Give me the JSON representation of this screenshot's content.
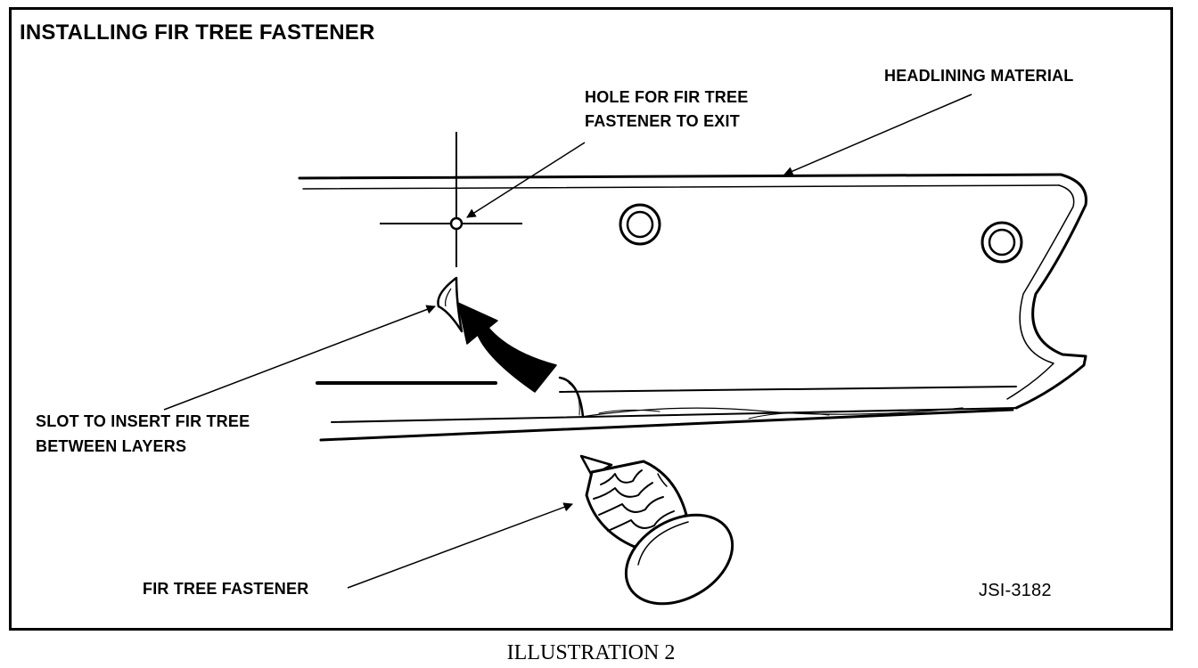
{
  "title": "INSTALLING FIR TREE FASTENER",
  "labels": {
    "hole_line1": "HOLE FOR FIR TREE",
    "hole_line2": "FASTENER TO EXIT",
    "headlining": "HEADLINING MATERIAL",
    "slot_line1": "SLOT TO INSERT FIR TREE",
    "slot_line2": "BETWEEN LAYERS",
    "fastener": "FIR TREE FASTENER",
    "figure_id": "JSI-3182"
  },
  "caption": "ILLUSTRATION 2"
}
